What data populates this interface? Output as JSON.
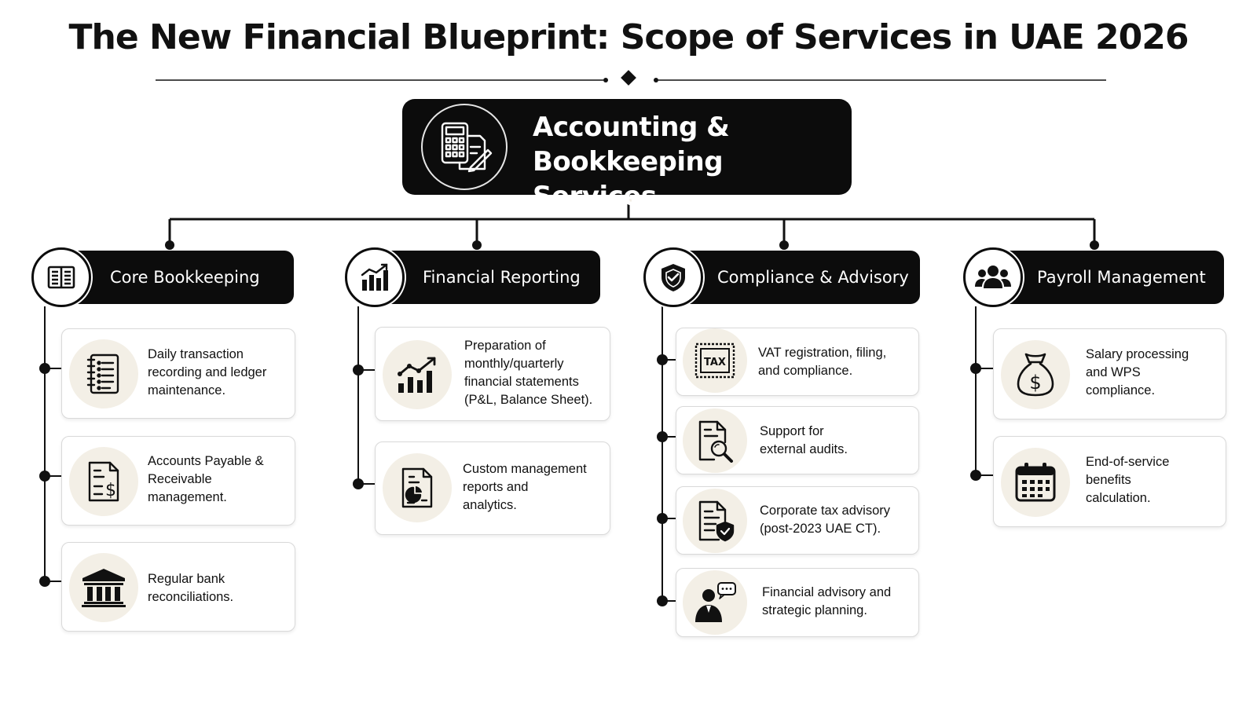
{
  "title": "The New Financial Blueprint: Scope of Services in UAE 2026",
  "root": {
    "title": "Accounting &\nBookkeeping Services",
    "icon": "calculator-document-icon"
  },
  "categories": [
    {
      "label": "Core Bookkeeping",
      "icon": "book-icon",
      "items": [
        {
          "text": "Daily transaction\nrecording and ledger\nmaintenance.",
          "icon": "ledger-notebook-icon"
        },
        {
          "text": "Accounts Payable &\nReceivable\nmanagement.",
          "icon": "invoice-dollar-icon"
        },
        {
          "text": "Regular bank\nreconciliations.",
          "icon": "bank-icon"
        }
      ]
    },
    {
      "label": "Financial Reporting",
      "icon": "bar-chart-icon",
      "items": [
        {
          "text": "Preparation of\nmonthly/quarterly\nfinancial statements\n(P&L, Balance Sheet).",
          "icon": "growth-chart-icon"
        },
        {
          "text": "Custom management\nreports and\nanalytics.",
          "icon": "report-pie-chart-icon"
        }
      ]
    },
    {
      "label": "Compliance & Advisory",
      "icon": "shield-check-icon",
      "items": [
        {
          "text": "VAT registration, filing,\nand compliance.",
          "icon": "tax-stamp-icon",
          "stamp": "TAX"
        },
        {
          "text": "Support for\nexternal audits.",
          "icon": "document-magnifier-icon"
        },
        {
          "text": "Corporate tax advisory\n(post-2023 UAE CT).",
          "icon": "document-shield-icon"
        },
        {
          "text": "Financial advisory and\nstrategic planning.",
          "icon": "advisor-speech-icon"
        }
      ]
    },
    {
      "label": "Payroll Management",
      "icon": "people-group-icon",
      "items": [
        {
          "text": "Salary processing\nand WPS\ncompliance.",
          "icon": "money-bag-icon"
        },
        {
          "text": "End-of-service\nbenefits\ncalculation.",
          "icon": "calendar-icon"
        }
      ]
    }
  ]
}
